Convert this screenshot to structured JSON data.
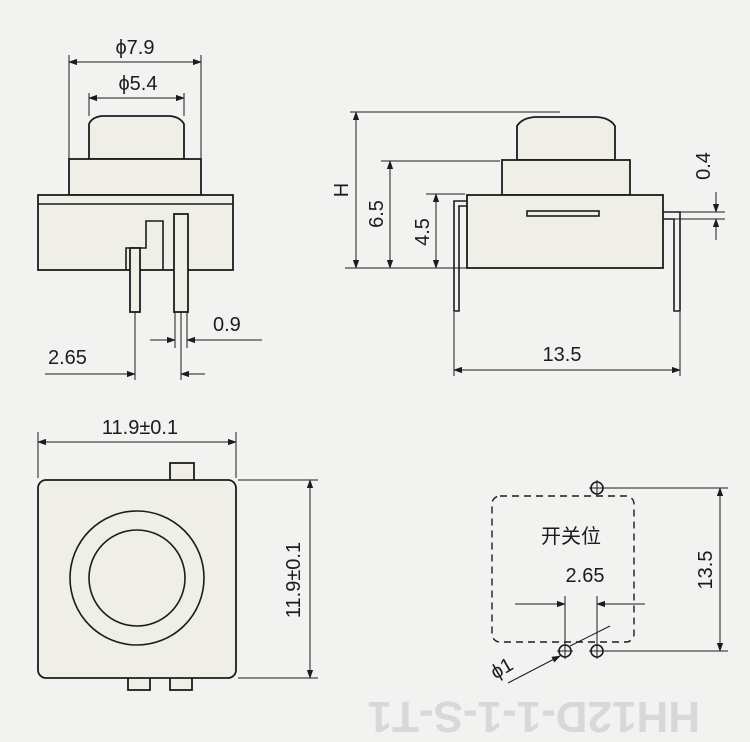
{
  "colors": {
    "ink": "#1c1c1c",
    "paper": "#f2f2f0",
    "part_fill": "#efefe8",
    "watermark": "#d8d8d8"
  },
  "front_view": {
    "dim_outer_dia": "ϕ7.9",
    "dim_inner_dia": "ϕ5.4",
    "dim_pin_width": "0.9",
    "dim_pin_pitch": "2.65"
  },
  "side_view": {
    "dim_total_height": "H",
    "dim_body_height": "6.5",
    "dim_base_height": "4.5",
    "dim_offset": "0.4",
    "dim_width": "13.5"
  },
  "top_view": {
    "dim_width": "11.9±0.1",
    "dim_height": "11.9±0.1"
  },
  "pcb_layout": {
    "label_switch_position": "开关位",
    "dim_hole_pitch": "2.65",
    "dim_height": "13.5",
    "dim_hole_dia": "ϕ1"
  },
  "watermark": {
    "model_text": "HH12D-1-1-S-T1"
  }
}
